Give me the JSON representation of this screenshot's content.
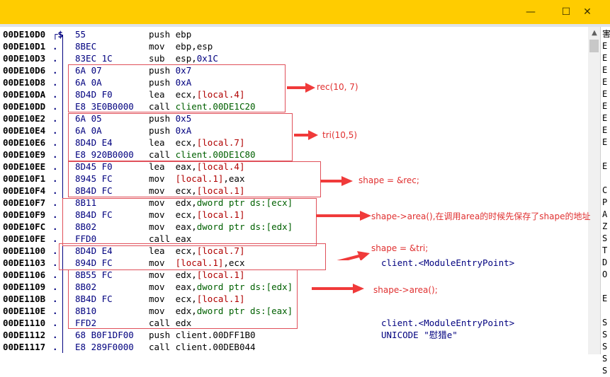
{
  "window": {
    "buttons": [
      {
        "name": "minimize",
        "glyph": "—"
      },
      {
        "name": "maximize",
        "glyph": "☐"
      },
      {
        "name": "close",
        "glyph": "✕"
      }
    ]
  },
  "rows": [
    {
      "addr": "00DE10D0",
      "mark": "┌$",
      "bytes": "55",
      "mn": "push",
      "ops": [
        {
          "t": "ebp",
          "c": "op"
        }
      ]
    },
    {
      "addr": "00DE10D1",
      "mark": ".",
      "bytes": "8BEC",
      "mn": "mov",
      "ops": [
        {
          "t": "ebp,esp",
          "c": "op"
        }
      ]
    },
    {
      "addr": "00DE10D3",
      "mark": ".",
      "bytes": "83EC 1C",
      "mn": "sub",
      "ops": [
        {
          "t": "esp,",
          "c": "op"
        },
        {
          "t": "0x1C",
          "c": "hex"
        }
      ]
    },
    {
      "addr": "00DE10D6",
      "mark": ".",
      "bytes": "6A 07",
      "mn": "push",
      "ops": [
        {
          "t": "0x7",
          "c": "hex"
        }
      ]
    },
    {
      "addr": "00DE10D8",
      "mark": ".",
      "bytes": "6A 0A",
      "mn": "push",
      "ops": [
        {
          "t": "0xA",
          "c": "hex"
        }
      ]
    },
    {
      "addr": "00DE10DA",
      "mark": ".",
      "bytes": "8D4D F0",
      "mn": "lea",
      "ops": [
        {
          "t": "ecx,",
          "c": "op"
        },
        {
          "t": "[local.4]",
          "c": "loc"
        }
      ]
    },
    {
      "addr": "00DE10DD",
      "mark": ".",
      "bytes": "E8 3E0B0000",
      "mn": "call",
      "ops": [
        {
          "t": "client.00DE1C20",
          "c": "tgt"
        }
      ]
    },
    {
      "addr": "00DE10E2",
      "mark": ".",
      "bytes": "6A 05",
      "mn": "push",
      "ops": [
        {
          "t": "0x5",
          "c": "hex"
        }
      ]
    },
    {
      "addr": "00DE10E4",
      "mark": ".",
      "bytes": "6A 0A",
      "mn": "push",
      "ops": [
        {
          "t": "0xA",
          "c": "hex"
        }
      ]
    },
    {
      "addr": "00DE10E6",
      "mark": ".",
      "bytes": "8D4D E4",
      "mn": "lea",
      "ops": [
        {
          "t": "ecx,",
          "c": "op"
        },
        {
          "t": "[local.7]",
          "c": "loc"
        }
      ]
    },
    {
      "addr": "00DE10E9",
      "mark": ".",
      "bytes": "E8 920B0000",
      "mn": "call",
      "ops": [
        {
          "t": "client.00DE1C80",
          "c": "tgt"
        }
      ]
    },
    {
      "addr": "00DE10EE",
      "mark": ".",
      "bytes": "8D45 F0",
      "mn": "lea",
      "ops": [
        {
          "t": "eax,",
          "c": "op"
        },
        {
          "t": "[local.4]",
          "c": "loc"
        }
      ]
    },
    {
      "addr": "00DE10F1",
      "mark": ".",
      "bytes": "8945 FC",
      "mn": "mov",
      "ops": [
        {
          "t": "[local.1]",
          "c": "loc"
        },
        {
          "t": ",eax",
          "c": "op"
        }
      ]
    },
    {
      "addr": "00DE10F4",
      "mark": ".",
      "bytes": "8B4D FC",
      "mn": "mov",
      "ops": [
        {
          "t": "ecx,",
          "c": "op"
        },
        {
          "t": "[local.1]",
          "c": "loc"
        }
      ]
    },
    {
      "addr": "00DE10F7",
      "mark": ".",
      "bytes": "8B11",
      "mn": "mov",
      "ops": [
        {
          "t": "edx,",
          "c": "op"
        },
        {
          "t": "dword ptr ds:[ecx]",
          "c": "tgt"
        }
      ]
    },
    {
      "addr": "00DE10F9",
      "mark": ".",
      "bytes": "8B4D FC",
      "mn": "mov",
      "ops": [
        {
          "t": "ecx,",
          "c": "op"
        },
        {
          "t": "[local.1]",
          "c": "loc"
        }
      ]
    },
    {
      "addr": "00DE10FC",
      "mark": ".",
      "bytes": "8B02",
      "mn": "mov",
      "ops": [
        {
          "t": "eax,",
          "c": "op"
        },
        {
          "t": "dword ptr ds:[edx]",
          "c": "tgt"
        }
      ]
    },
    {
      "addr": "00DE10FE",
      "mark": ".",
      "bytes": "FFD0",
      "mn": "call",
      "ops": [
        {
          "t": "eax",
          "c": "op"
        }
      ]
    },
    {
      "addr": "00DE1100",
      "mark": ".",
      "bytes": "8D4D E4",
      "mn": "lea",
      "ops": [
        {
          "t": "ecx,",
          "c": "op"
        },
        {
          "t": "[local.7]",
          "c": "loc"
        }
      ]
    },
    {
      "addr": "00DE1103",
      "mark": ".",
      "bytes": "894D FC",
      "mn": "mov",
      "ops": [
        {
          "t": "[local.1]",
          "c": "loc"
        },
        {
          "t": ",ecx",
          "c": "op"
        }
      ],
      "cmt": "client.<ModuleEntryPoint>"
    },
    {
      "addr": "00DE1106",
      "mark": ".",
      "bytes": "8B55 FC",
      "mn": "mov",
      "ops": [
        {
          "t": "edx,",
          "c": "op"
        },
        {
          "t": "[local.1]",
          "c": "loc"
        }
      ]
    },
    {
      "addr": "00DE1109",
      "mark": ".",
      "bytes": "8B02",
      "mn": "mov",
      "ops": [
        {
          "t": "eax,",
          "c": "op"
        },
        {
          "t": "dword ptr ds:[edx]",
          "c": "tgt"
        }
      ]
    },
    {
      "addr": "00DE110B",
      "mark": ".",
      "bytes": "8B4D FC",
      "mn": "mov",
      "ops": [
        {
          "t": "ecx,",
          "c": "op"
        },
        {
          "t": "[local.1]",
          "c": "loc"
        }
      ]
    },
    {
      "addr": "00DE110E",
      "mark": ".",
      "bytes": "8B10",
      "mn": "mov",
      "ops": [
        {
          "t": "edx,",
          "c": "op"
        },
        {
          "t": "dword ptr ds:[eax]",
          "c": "tgt"
        }
      ]
    },
    {
      "addr": "00DE1110",
      "mark": ".",
      "bytes": "FFD2",
      "mn": "call",
      "ops": [
        {
          "t": "edx",
          "c": "op"
        }
      ],
      "cmt": "client.<ModuleEntryPoint>"
    },
    {
      "addr": "00DE1112",
      "mark": ".",
      "bytes": "68 B0F1DF00",
      "mn": "push",
      "ops": [
        {
          "t": "client.00DFF1B0",
          "c": "op"
        }
      ],
      "cmt": "UNICODE \"慰猎e\""
    },
    {
      "addr": "00DE1117",
      "mark": ".",
      "bytes": "E8 289F0000",
      "mn": "call",
      "ops": [
        {
          "t": "client.00DEB044",
          "c": "op"
        }
      ]
    }
  ],
  "right_panel_letters": [
    "害",
    "E",
    "E",
    "E",
    "E",
    "E",
    "E",
    "E",
    "E",
    "E",
    "",
    "E",
    "",
    "C",
    "P",
    "A",
    "Z",
    "S",
    "T",
    "D",
    "O",
    "",
    "E",
    "",
    "S",
    "S",
    "S",
    "S",
    "S"
  ],
  "annotations": [
    {
      "id": "rec",
      "text": "rec(10, 7)"
    },
    {
      "id": "tri",
      "text": "tri(10,5)"
    },
    {
      "id": "shape-rec",
      "text": "shape = &rec;"
    },
    {
      "id": "area1",
      "text": "shape->area(),在调用area的时候先保存了shape的地址"
    },
    {
      "id": "shape-tri",
      "text": "shape = &tri;"
    },
    {
      "id": "area2",
      "text": "shape->area();"
    }
  ],
  "colors": {
    "title_bar": "#ffcc00",
    "annotation": "#e03030",
    "box": "#e0505a"
  }
}
